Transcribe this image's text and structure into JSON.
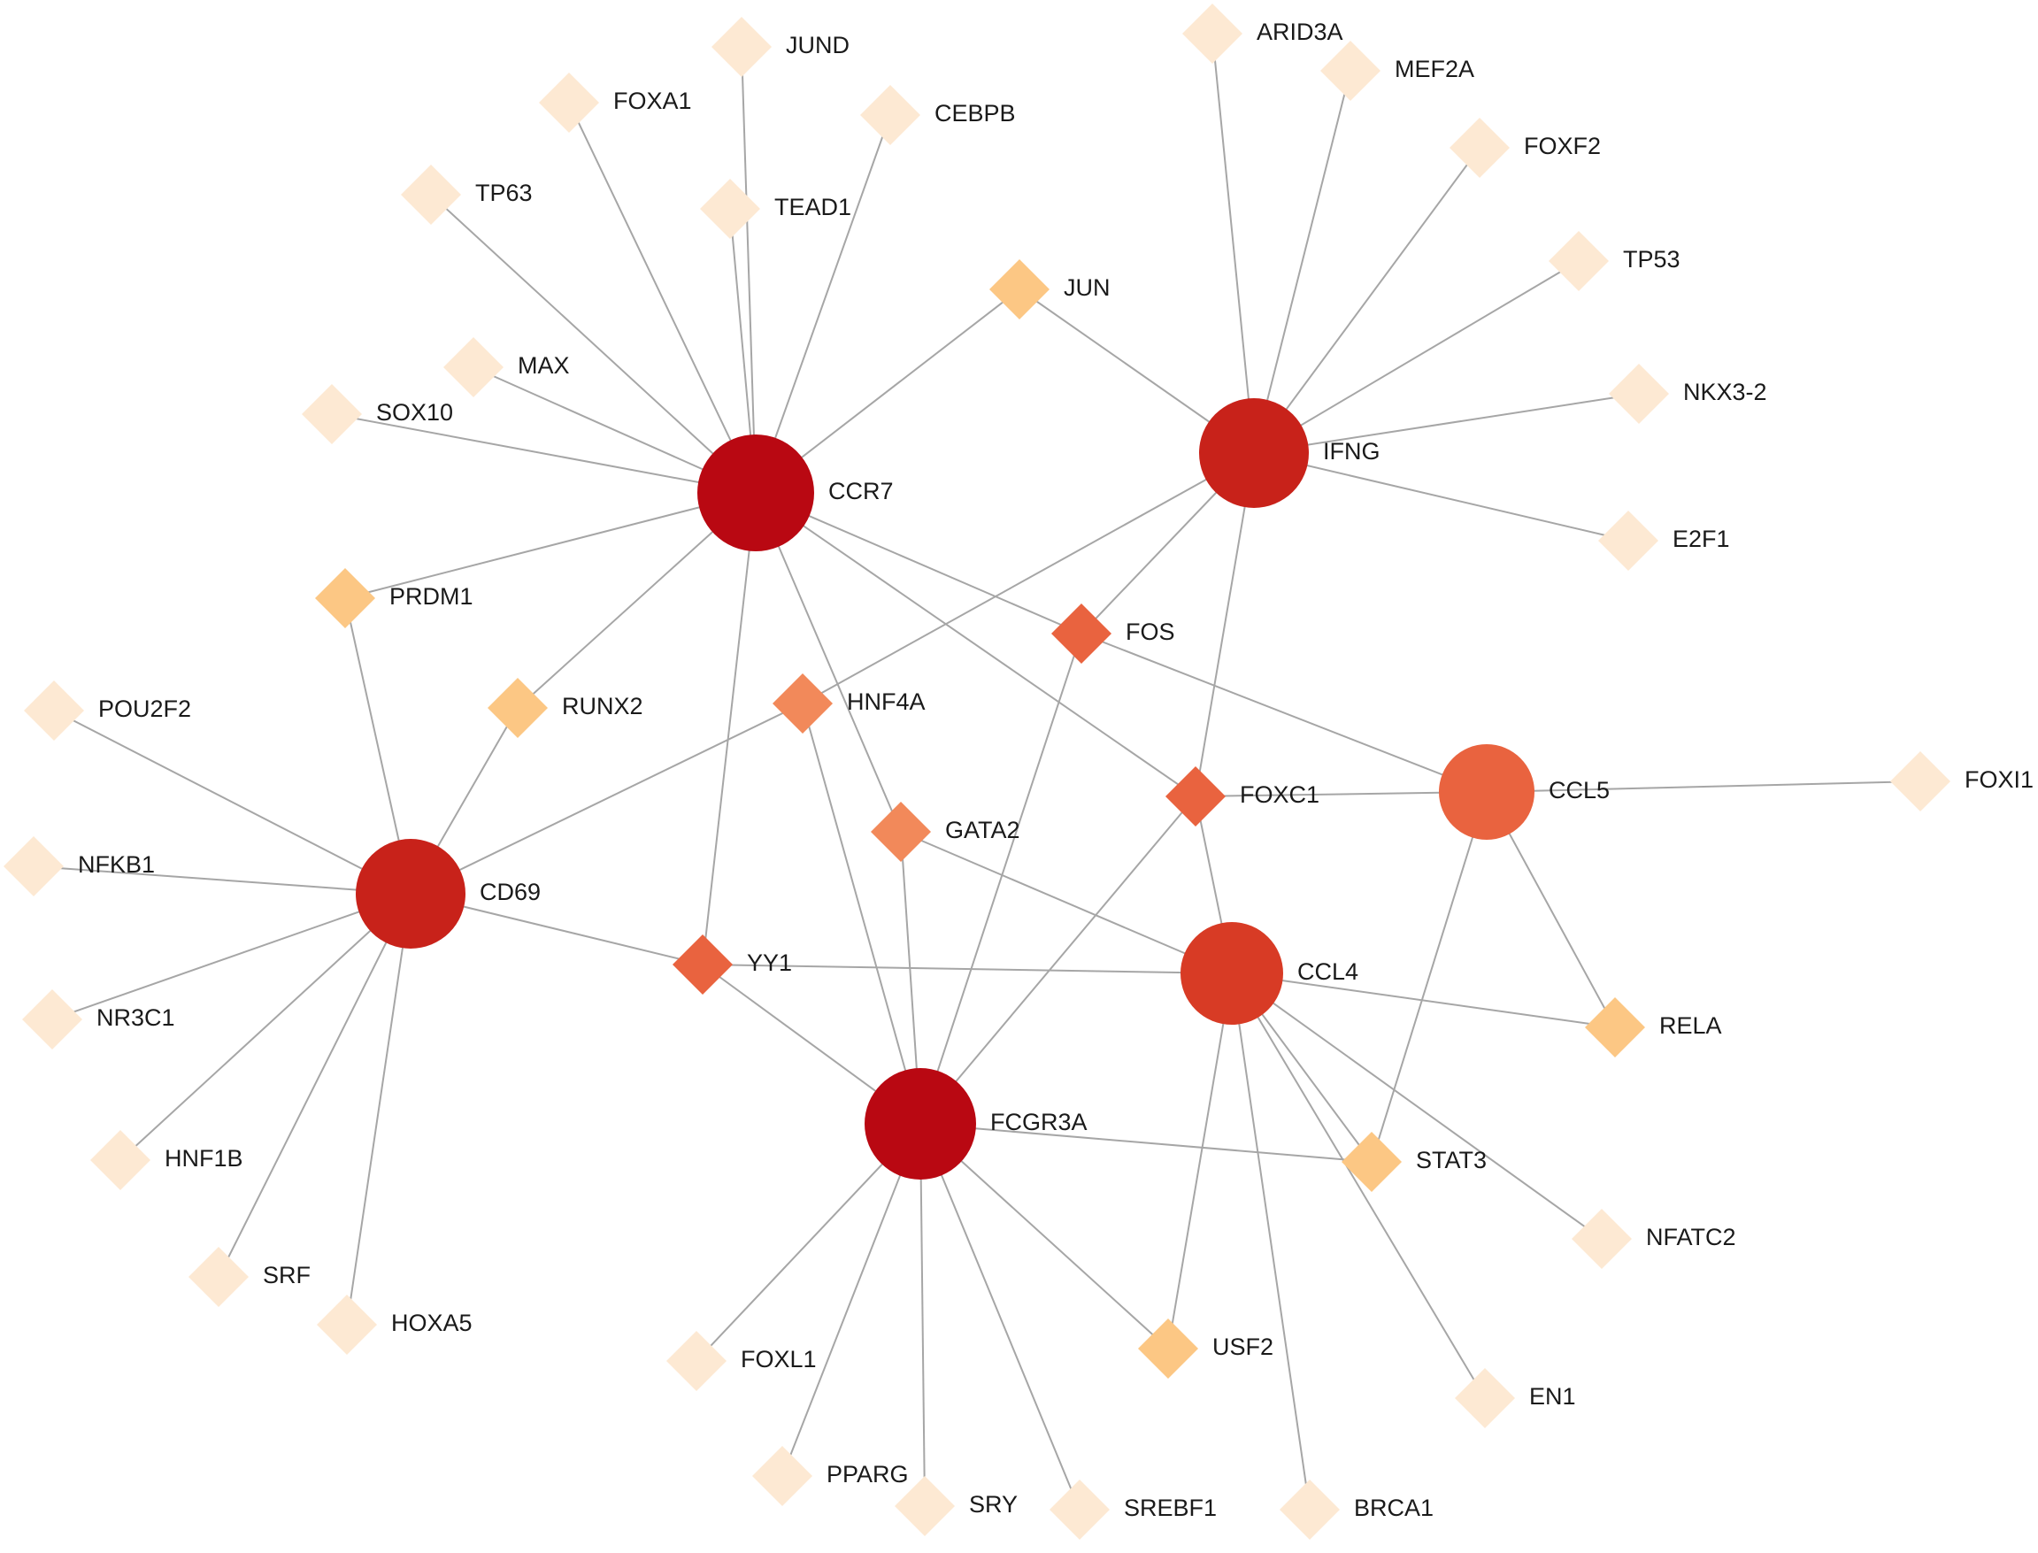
{
  "colors": {
    "edge": "#a6a6a6",
    "label": "#1a1a1a",
    "tier1": "#b90812",
    "tier2": "#c8221a",
    "tier3": "#d83b25",
    "tier4": "#e9633f",
    "tier5": "#f2895a",
    "tier6": "#fcc784",
    "tier7": "#fde9d3"
  },
  "nodes": [
    {
      "id": "CCR7",
      "shape": "circle",
      "tier": "tier1"
    },
    {
      "id": "IFNG",
      "shape": "circle",
      "tier": "tier2"
    },
    {
      "id": "CD69",
      "shape": "circle",
      "tier": "tier2"
    },
    {
      "id": "FCGR3A",
      "shape": "circle",
      "tier": "tier1"
    },
    {
      "id": "CCL4",
      "shape": "circle",
      "tier": "tier3"
    },
    {
      "id": "CCL5",
      "shape": "circle",
      "tier": "tier4"
    },
    {
      "id": "FOS",
      "shape": "diamond",
      "tier": "tier4"
    },
    {
      "id": "FOXC1",
      "shape": "diamond",
      "tier": "tier4"
    },
    {
      "id": "YY1",
      "shape": "diamond",
      "tier": "tier4"
    },
    {
      "id": "HNF4A",
      "shape": "diamond",
      "tier": "tier5"
    },
    {
      "id": "GATA2",
      "shape": "diamond",
      "tier": "tier5"
    },
    {
      "id": "JUN",
      "shape": "diamond",
      "tier": "tier6"
    },
    {
      "id": "PRDM1",
      "shape": "diamond",
      "tier": "tier6"
    },
    {
      "id": "RUNX2",
      "shape": "diamond",
      "tier": "tier6"
    },
    {
      "id": "RELA",
      "shape": "diamond",
      "tier": "tier6"
    },
    {
      "id": "STAT3",
      "shape": "diamond",
      "tier": "tier6"
    },
    {
      "id": "USF2",
      "shape": "diamond",
      "tier": "tier6"
    },
    {
      "id": "JUND",
      "shape": "diamond",
      "tier": "tier7"
    },
    {
      "id": "FOXA1",
      "shape": "diamond",
      "tier": "tier7"
    },
    {
      "id": "CEBPB",
      "shape": "diamond",
      "tier": "tier7"
    },
    {
      "id": "TP63",
      "shape": "diamond",
      "tier": "tier7"
    },
    {
      "id": "TEAD1",
      "shape": "diamond",
      "tier": "tier7"
    },
    {
      "id": "MAX",
      "shape": "diamond",
      "tier": "tier7"
    },
    {
      "id": "SOX10",
      "shape": "diamond",
      "tier": "tier7"
    },
    {
      "id": "ARID3A",
      "shape": "diamond",
      "tier": "tier7"
    },
    {
      "id": "MEF2A",
      "shape": "diamond",
      "tier": "tier7"
    },
    {
      "id": "FOXF2",
      "shape": "diamond",
      "tier": "tier7"
    },
    {
      "id": "TP53",
      "shape": "diamond",
      "tier": "tier7"
    },
    {
      "id": "NKX3-2",
      "shape": "diamond",
      "tier": "tier7"
    },
    {
      "id": "E2F1",
      "shape": "diamond",
      "tier": "tier7"
    },
    {
      "id": "POU2F2",
      "shape": "diamond",
      "tier": "tier7"
    },
    {
      "id": "NFKB1",
      "shape": "diamond",
      "tier": "tier7"
    },
    {
      "id": "NR3C1",
      "shape": "diamond",
      "tier": "tier7"
    },
    {
      "id": "HNF1B",
      "shape": "diamond",
      "tier": "tier7"
    },
    {
      "id": "SRF",
      "shape": "diamond",
      "tier": "tier7"
    },
    {
      "id": "HOXA5",
      "shape": "diamond",
      "tier": "tier7"
    },
    {
      "id": "FOXI1",
      "shape": "diamond",
      "tier": "tier7"
    },
    {
      "id": "NFATC2",
      "shape": "diamond",
      "tier": "tier7"
    },
    {
      "id": "EN1",
      "shape": "diamond",
      "tier": "tier7"
    },
    {
      "id": "BRCA1",
      "shape": "diamond",
      "tier": "tier7"
    },
    {
      "id": "SREBF1",
      "shape": "diamond",
      "tier": "tier7"
    },
    {
      "id": "SRY",
      "shape": "diamond",
      "tier": "tier7"
    },
    {
      "id": "PPARG",
      "shape": "diamond",
      "tier": "tier7"
    },
    {
      "id": "FOXL1",
      "shape": "diamond",
      "tier": "tier7"
    }
  ],
  "edges": [
    [
      "CCR7",
      "JUND"
    ],
    [
      "CCR7",
      "FOXA1"
    ],
    [
      "CCR7",
      "CEBPB"
    ],
    [
      "CCR7",
      "TP63"
    ],
    [
      "CCR7",
      "TEAD1"
    ],
    [
      "CCR7",
      "JUN"
    ],
    [
      "CCR7",
      "MAX"
    ],
    [
      "CCR7",
      "SOX10"
    ],
    [
      "CCR7",
      "PRDM1"
    ],
    [
      "CCR7",
      "RUNX2"
    ],
    [
      "CCR7",
      "YY1"
    ],
    [
      "CCR7",
      "GATA2"
    ],
    [
      "CCR7",
      "FOS"
    ],
    [
      "CCR7",
      "FOXC1"
    ],
    [
      "IFNG",
      "ARID3A"
    ],
    [
      "IFNG",
      "MEF2A"
    ],
    [
      "IFNG",
      "FOXF2"
    ],
    [
      "IFNG",
      "TP53"
    ],
    [
      "IFNG",
      "NKX3-2"
    ],
    [
      "IFNG",
      "E2F1"
    ],
    [
      "IFNG",
      "JUN"
    ],
    [
      "IFNG",
      "FOS"
    ],
    [
      "IFNG",
      "HNF4A"
    ],
    [
      "IFNG",
      "FOXC1"
    ],
    [
      "CD69",
      "PRDM1"
    ],
    [
      "CD69",
      "RUNX2"
    ],
    [
      "CD69",
      "HNF4A"
    ],
    [
      "CD69",
      "POU2F2"
    ],
    [
      "CD69",
      "NFKB1"
    ],
    [
      "CD69",
      "NR3C1"
    ],
    [
      "CD69",
      "HNF1B"
    ],
    [
      "CD69",
      "SRF"
    ],
    [
      "CD69",
      "HOXA5"
    ],
    [
      "CD69",
      "YY1"
    ],
    [
      "CCL5",
      "FOS"
    ],
    [
      "CCL5",
      "FOXC1"
    ],
    [
      "CCL5",
      "FOXI1"
    ],
    [
      "CCL5",
      "RELA"
    ],
    [
      "CCL5",
      "STAT3"
    ],
    [
      "CCL4",
      "FOXC1"
    ],
    [
      "CCL4",
      "GATA2"
    ],
    [
      "CCL4",
      "YY1"
    ],
    [
      "CCL4",
      "RELA"
    ],
    [
      "CCL4",
      "STAT3"
    ],
    [
      "CCL4",
      "NFATC2"
    ],
    [
      "CCL4",
      "EN1"
    ],
    [
      "CCL4",
      "BRCA1"
    ],
    [
      "CCL4",
      "USF2"
    ],
    [
      "FCGR3A",
      "YY1"
    ],
    [
      "FCGR3A",
      "HNF4A"
    ],
    [
      "FCGR3A",
      "GATA2"
    ],
    [
      "FCGR3A",
      "FOS"
    ],
    [
      "FCGR3A",
      "FOXC1"
    ],
    [
      "FCGR3A",
      "STAT3"
    ],
    [
      "FCGR3A",
      "USF2"
    ],
    [
      "FCGR3A",
      "SREBF1"
    ],
    [
      "FCGR3A",
      "SRY"
    ],
    [
      "FCGR3A",
      "PPARG"
    ],
    [
      "FCGR3A",
      "FOXL1"
    ]
  ]
}
